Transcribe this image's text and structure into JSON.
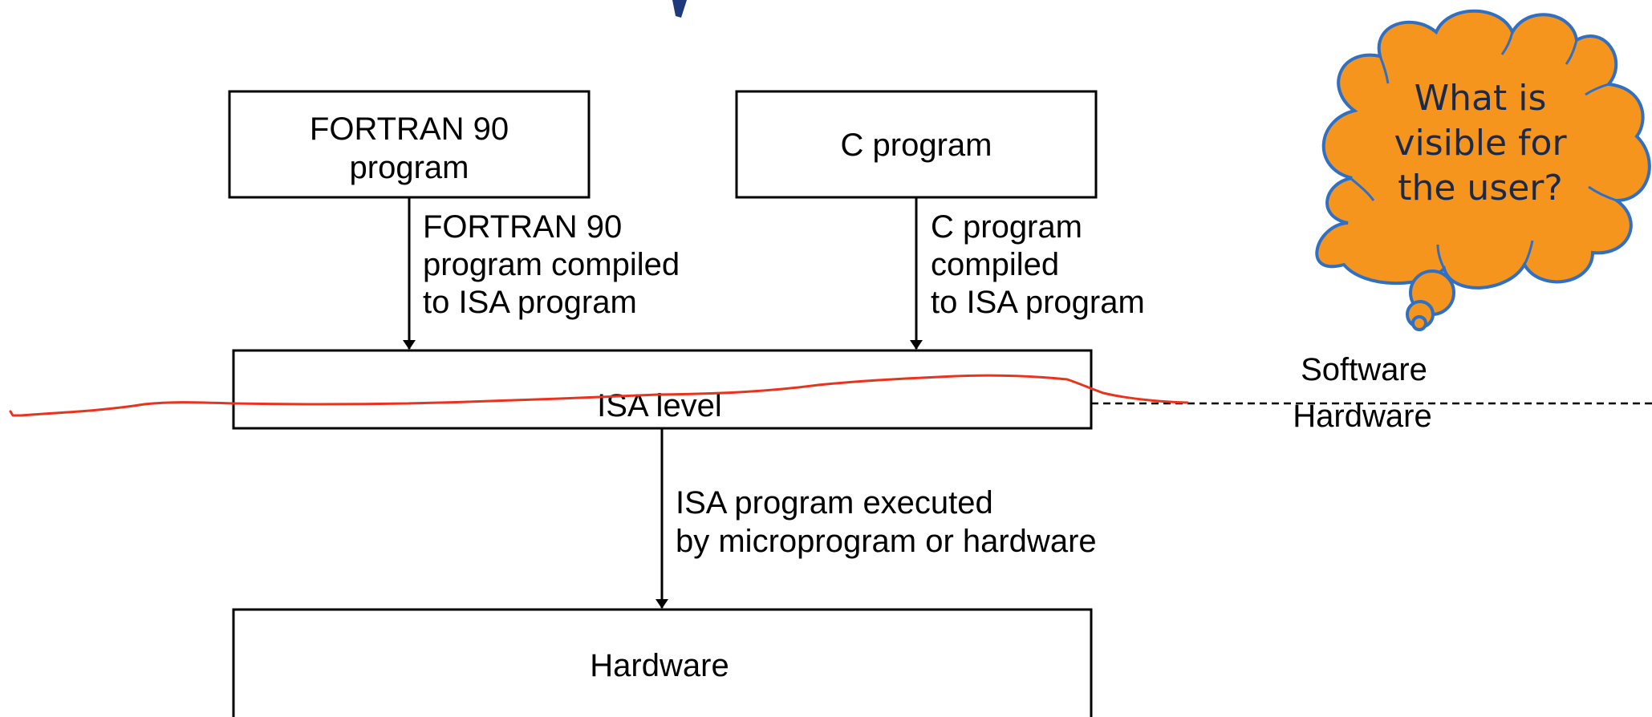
{
  "boxes": {
    "fortran": [
      "FORTRAN 90",
      "program"
    ],
    "c": "C program",
    "isa": "ISA level",
    "hardware": "Hardware"
  },
  "arrows": {
    "fortran_compile": [
      "FORTRAN 90",
      "program compiled",
      "to ISA program"
    ],
    "c_compile": [
      "C program",
      "compiled",
      "to ISA program"
    ],
    "isa_exec": [
      "ISA program executed",
      "by microprogram or hardware"
    ]
  },
  "layers": {
    "software": "Software",
    "hardware": "Hardware"
  },
  "thought_bubble": {
    "lines": [
      "What is",
      "visible for",
      "the user?"
    ],
    "fill": "#f5951d",
    "outline": "#2f6fc4",
    "text_color": "#1a2a4a"
  },
  "colors": {
    "annotation_line": "#e8341c",
    "title_fragment": "#1f3a7a"
  }
}
